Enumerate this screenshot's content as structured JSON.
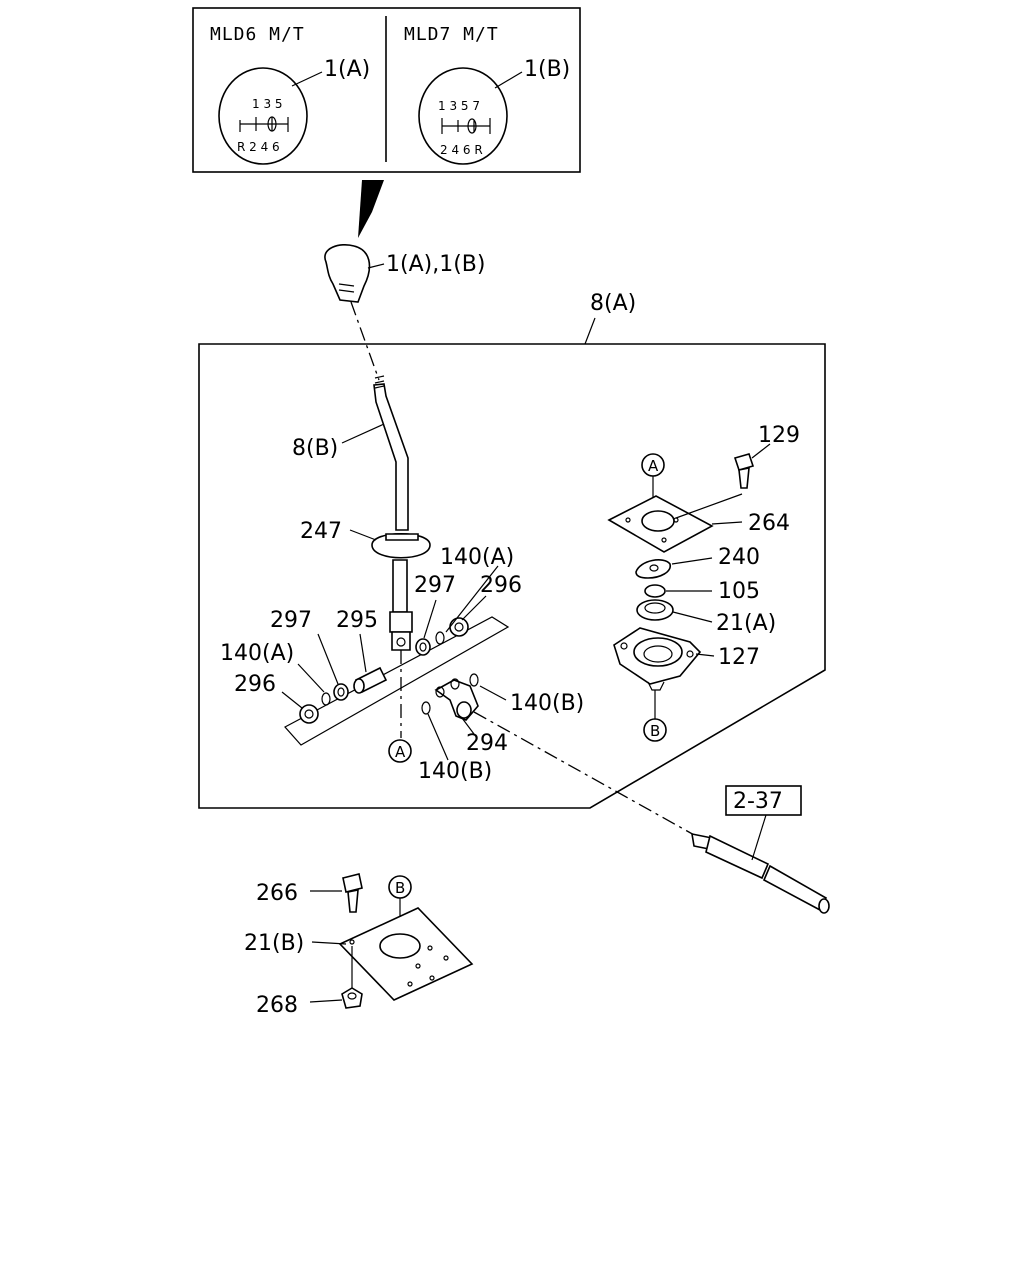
{
  "inset": {
    "left_title": "MLD6  M/T",
    "right_title": "MLD7  M/T",
    "left_label": "1(A)",
    "right_label": "1(B)",
    "left_top_pattern": "1 3 5",
    "left_bottom_pattern": "R 2 4 6",
    "right_top_pattern": "1 3 5 7",
    "right_bottom_pattern": "2 4 6 R"
  },
  "labels": {
    "knob": "1(A),1(B)",
    "assembly": "8(A)",
    "lever": "8(B)",
    "p247": "247",
    "p140a_top": "140(A)",
    "p297_right": "297",
    "p296_right": "296",
    "p297_left": "297",
    "p295": "295",
    "p140a_left": "140(A)",
    "p296_left": "296",
    "p140b_right": "140(B)",
    "p294": "294",
    "p140b_bottom": "140(B)",
    "p129": "129",
    "p264": "264",
    "p240": "240",
    "p105": "105",
    "p21a": "21(A)",
    "p127": "127",
    "ref_box": "2-37",
    "p266": "266",
    "p21b": "21(B)",
    "p268": "268"
  },
  "markers": {
    "a": "A",
    "b": "B"
  }
}
